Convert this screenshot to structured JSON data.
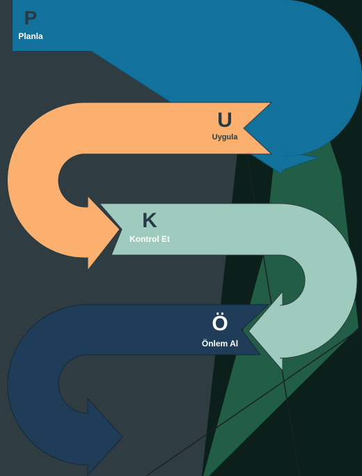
{
  "colors": {
    "background": "#2f3d42",
    "green_dark": "#0b1f1b",
    "green_mid": "#215e45",
    "plan": "#12729c",
    "do": "#fcb06f",
    "check": "#9ecbbd",
    "act": "#1f3d59",
    "letter_dark": "#283a44",
    "label_light": "#ffffff"
  },
  "steps": [
    {
      "letter": "P",
      "label": "Planla"
    },
    {
      "letter": "U",
      "label": "Uygula"
    },
    {
      "letter": "K",
      "label": "Kontrol Et"
    },
    {
      "letter": "Ö",
      "label": "Önlem Al"
    }
  ]
}
